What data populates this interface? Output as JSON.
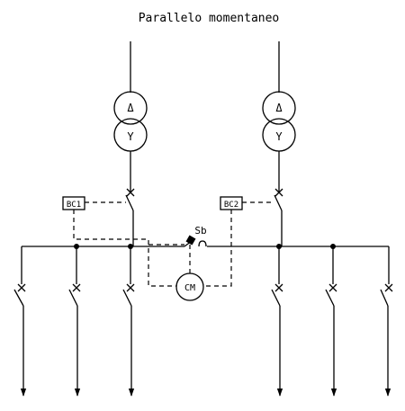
{
  "title": "Parallelo momentaneo",
  "transformers": [
    {
      "primary_symbol": "Δ",
      "secondary_symbol": "Y"
    },
    {
      "primary_symbol": "Δ",
      "secondary_symbol": "Y"
    }
  ],
  "breaker_controls": [
    "BC1",
    "BC2"
  ],
  "bus_coupler": {
    "label": "Sb"
  },
  "control_module": {
    "label": "CM"
  }
}
